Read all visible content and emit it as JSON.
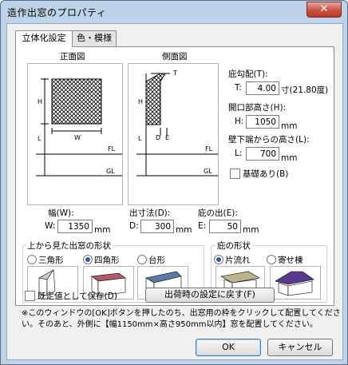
{
  "window": {
    "title": "造作出窓のプロパティ",
    "close_glyph": "✕"
  },
  "tabs": [
    {
      "label": "立体化設定"
    },
    {
      "label": "色・模様"
    }
  ],
  "diagrams": {
    "front": {
      "title": "正面図",
      "labels": {
        "H": "H",
        "L": "L",
        "W": "W",
        "FL": "FL",
        "GL": "GL"
      }
    },
    "side": {
      "title": "側面図",
      "labels": {
        "T": "T",
        "H": "H",
        "L": "L",
        "D": "D",
        "E": "E",
        "FL": "FL",
        "GL": "GL"
      }
    }
  },
  "fields": {
    "roof_slope": {
      "label": "庇勾配(T):",
      "prefix": "T:",
      "value": "4.00",
      "unit": "寸(21.80度)"
    },
    "opening_height": {
      "label": "開口部高さ(H):",
      "prefix": "H:",
      "value": "1050",
      "unit": "mm"
    },
    "wall_bottom": {
      "label": "壁下端からの高さ(L):",
      "prefix": "L:",
      "value": "700",
      "unit": "mm"
    },
    "foundation": {
      "label": "基礎あり(B)"
    },
    "width": {
      "label": "幅(W):",
      "prefix": "W:",
      "value": "1350",
      "unit": "mm"
    },
    "projection": {
      "label": "出寸法(D):",
      "prefix": "D:",
      "value": "300",
      "unit": "mm"
    },
    "eave_out": {
      "label": "庇の出(E):",
      "prefix": "E:",
      "value": "50",
      "unit": "mm"
    }
  },
  "plan_shape": {
    "title": "上から見た出窓の形状",
    "options": [
      {
        "label": "三角形",
        "selected": false
      },
      {
        "label": "四角形",
        "selected": true
      },
      {
        "label": "台形",
        "selected": false
      }
    ]
  },
  "eave_shape": {
    "title": "庇の形状",
    "options": [
      {
        "label": "片流れ",
        "selected": true
      },
      {
        "label": "寄せ棟",
        "selected": false
      }
    ]
  },
  "save_default": {
    "label": "既定値として保存(D)"
  },
  "reset_button": {
    "label": "出荷時の設定に戻す(F)"
  },
  "note": {
    "line1": "※このウィンドウの[OK]ボタンを押したのち、出窓用の枠をクリックして配置してくださ",
    "line2": "い。そのあと、外側に【幅1150mm×高さ950mm以内】窓を配置してください。"
  },
  "buttons": {
    "ok": "OK",
    "cancel": "キャンセル"
  },
  "colors": {
    "title_bar": "#bcd3ea",
    "close_button": "#c9513f",
    "roof_khaki": "#bcb58c",
    "roof_red": "#b05a6a",
    "roof_blue": "#5a78a8",
    "roof_purple": "#5a3a8c"
  }
}
